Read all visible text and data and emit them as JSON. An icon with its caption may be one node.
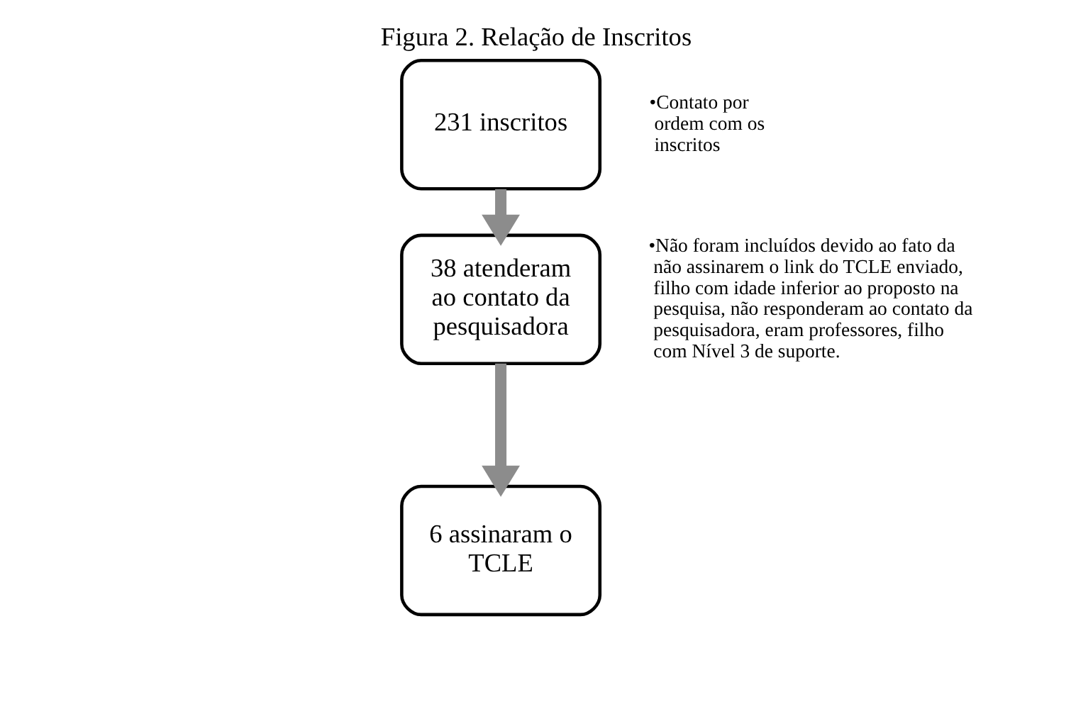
{
  "diagram": {
    "title": "Figura 2. Relação de Inscritos",
    "nodes": [
      {
        "text": [
          "231 inscritos"
        ],
        "beside": [
          "•Contato por ordem com os inscritos"
        ]
      },
      {
        "text": [
          "38 atenderam ao contato da pesquisadora"
        ],
        "beside": [
          "•Não foram incluídos devido ao fato da não assinarem o link do TCLE enviado, filho com idade inferior ao proposto na pesquisa, não responderam ao contato da pesquisadora, eram professores, filho com Nível 3 de suporte."
        ]
      },
      {
        "text": [
          "6 assinaram o TCLE"
        ]
      }
    ],
    "edges": [
      {
        "from": 0,
        "to": 1,
        "arrow": "to"
      },
      {
        "from": 1,
        "to": 2,
        "arrow": "to"
      }
    ]
  }
}
